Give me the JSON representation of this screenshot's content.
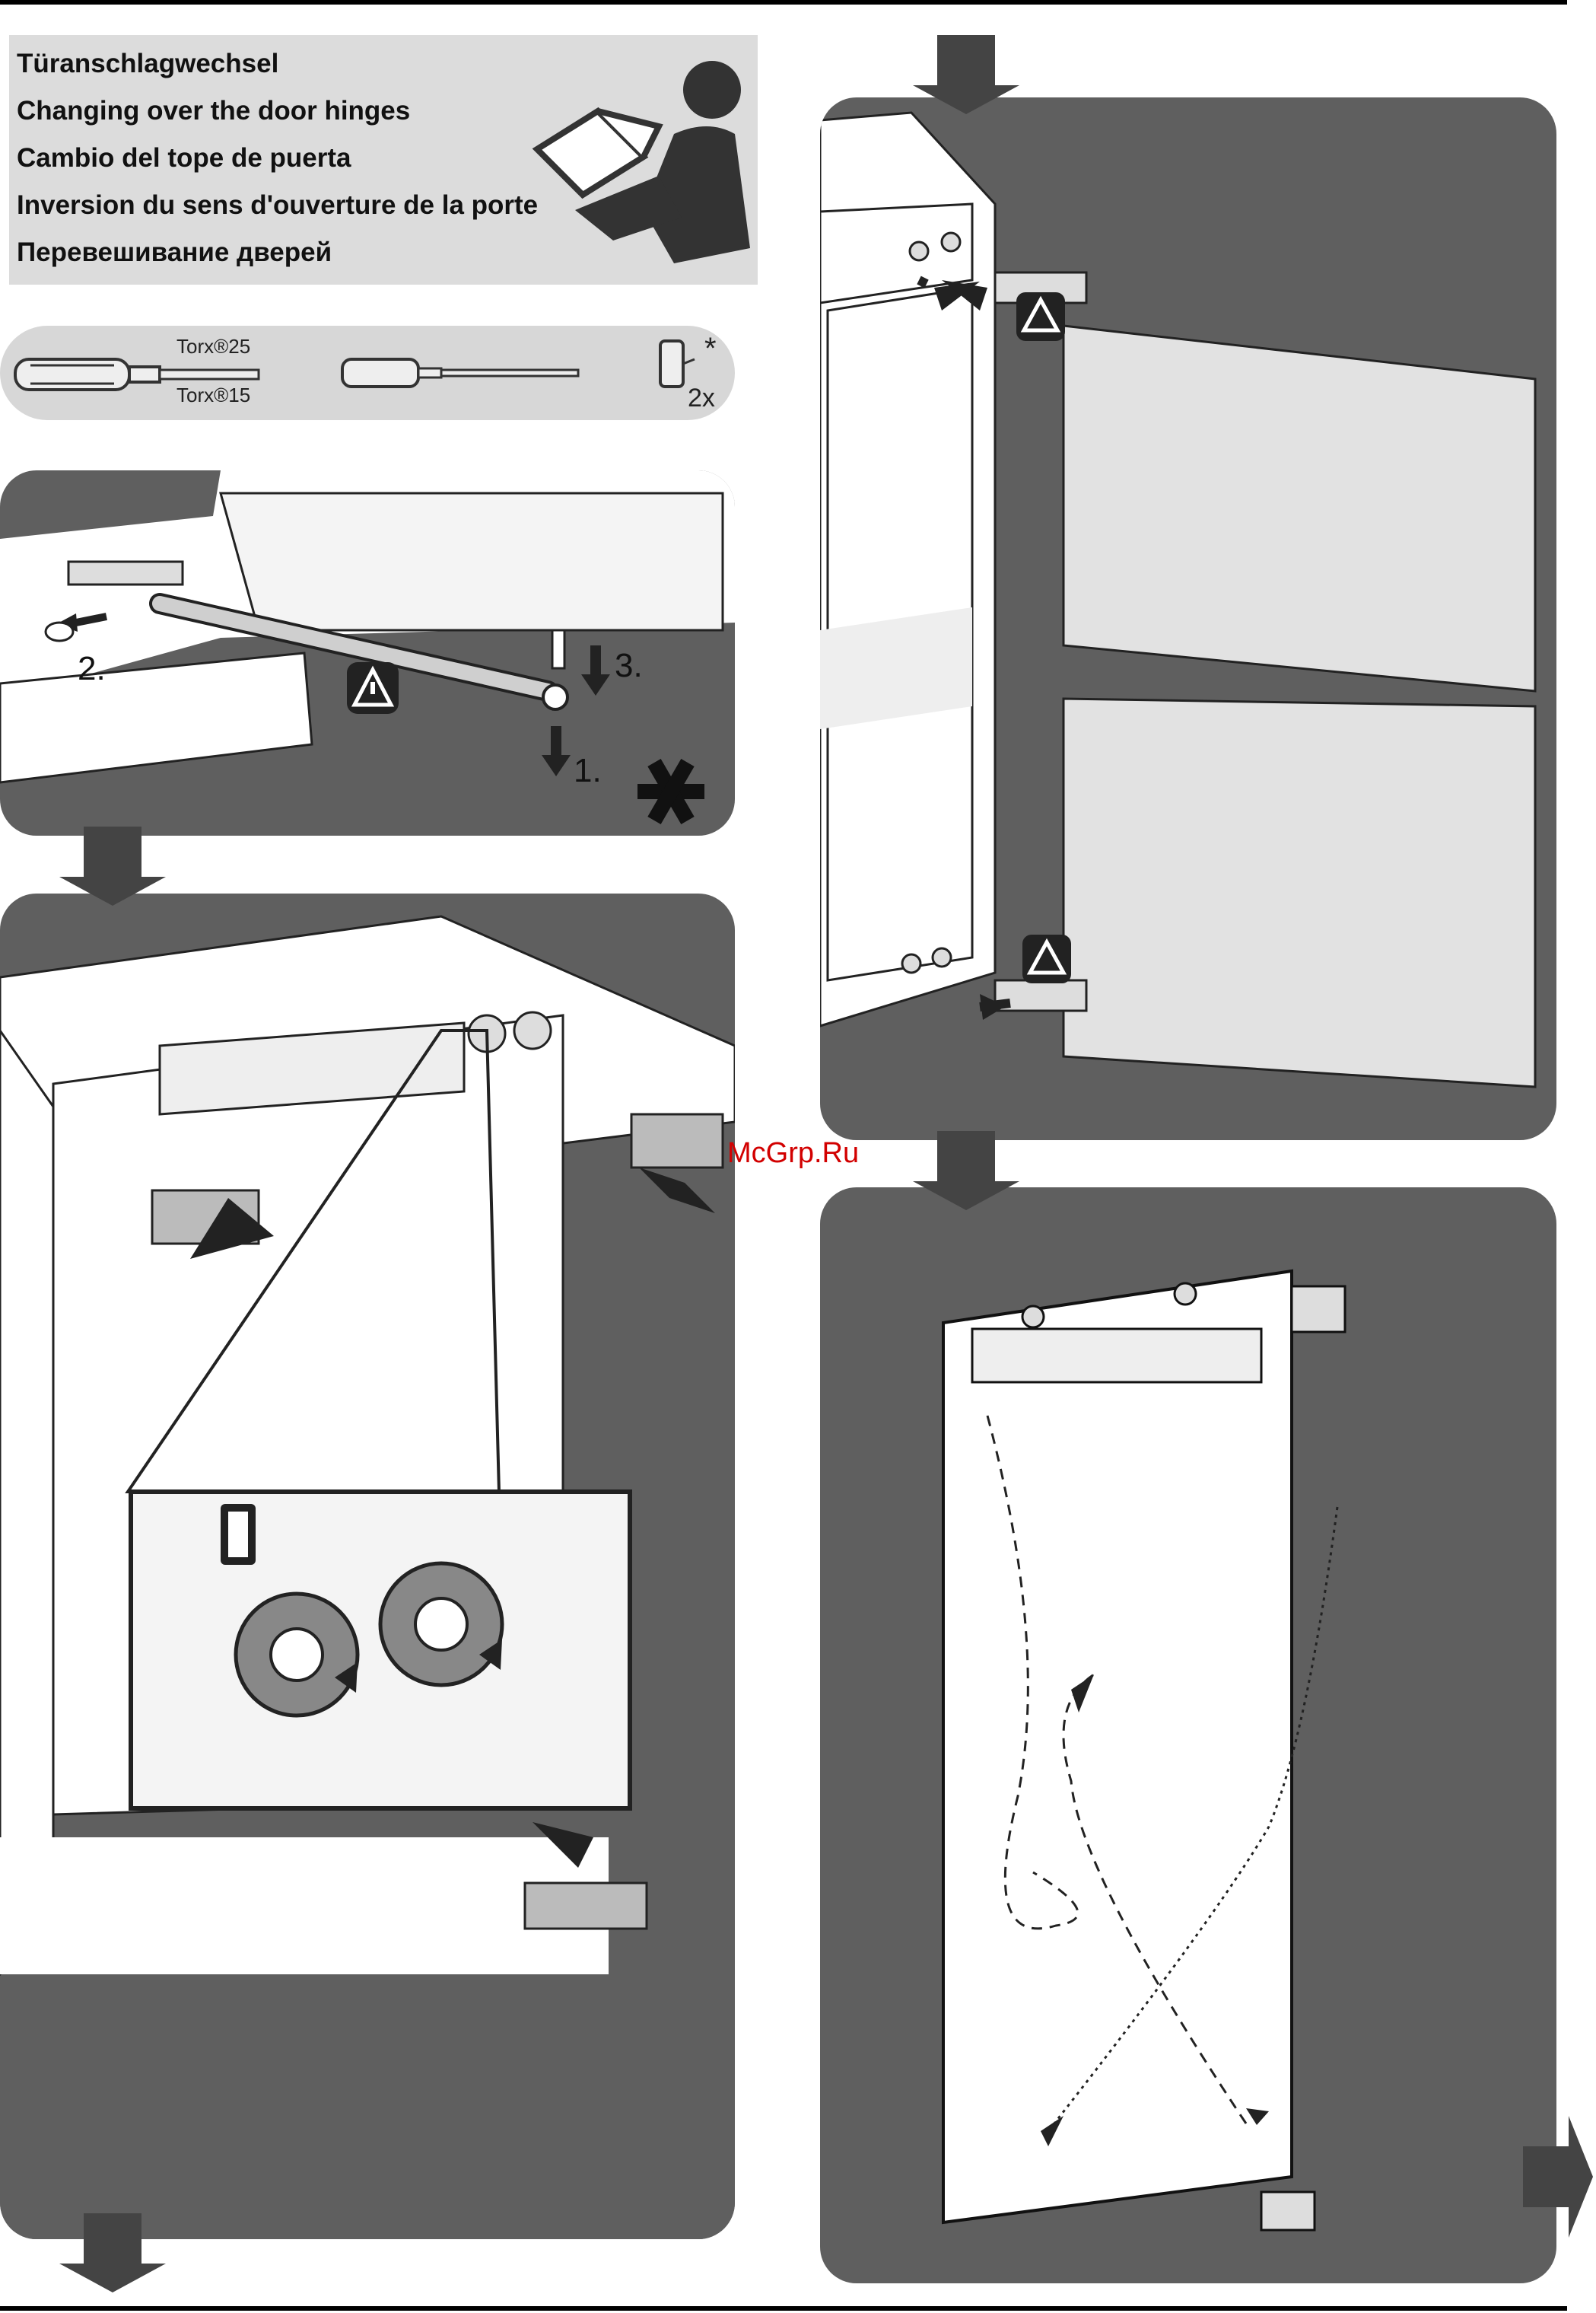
{
  "header": {
    "titles": [
      "Türanschlagwechsel",
      "Changing over the door hinges",
      "Cambio del tope de puerta",
      "Inversion du sens d'ouverture de la porte",
      "Перевешивание дверей"
    ]
  },
  "tools": {
    "torx_top": "Torx®25",
    "torx_bottom": "Torx®15",
    "qty": "2x",
    "asterisk": "*"
  },
  "step1": {
    "step_1": "1.",
    "step_2": "2.",
    "step_3": "3.",
    "asterisk": "*"
  },
  "watermark": "McGrp.Ru",
  "colors": {
    "panel_bg": "#5f5f5f",
    "title_bg": "#dcdcdc",
    "tools_bg": "#d7d7d7",
    "arrow": "#444444",
    "watermark": "#d20000"
  }
}
